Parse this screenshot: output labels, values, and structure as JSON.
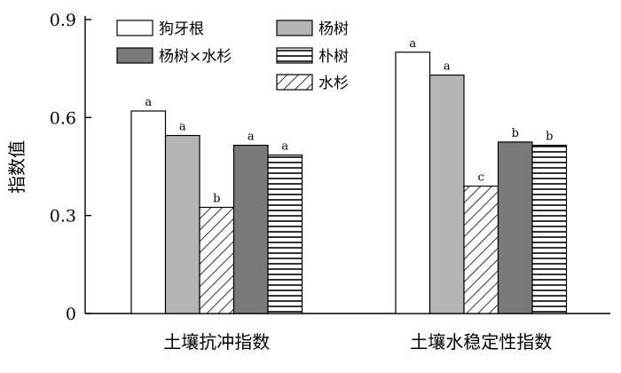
{
  "chart_data": {
    "type": "bar",
    "title": "",
    "xlabel": "",
    "ylabel": "指数值",
    "ylim": [
      0,
      0.9
    ],
    "yticks": [
      "0",
      "0.3",
      "0.6",
      "0.9"
    ],
    "grid": false,
    "legend_position": "top-left",
    "categories": [
      "土壤抗冲指数",
      "土壤水稳定性指数"
    ],
    "series": [
      {
        "name": "狗牙根",
        "pattern": "white",
        "values": [
          0.62,
          0.8
        ],
        "labels": [
          "a",
          "a"
        ]
      },
      {
        "name": "杨树",
        "pattern": "lightgray",
        "values": [
          0.545,
          0.73
        ],
        "labels": [
          "a",
          "a"
        ]
      },
      {
        "name": "水杉",
        "pattern": "diagonal-hatch",
        "values": [
          0.325,
          0.39
        ],
        "labels": [
          "b",
          "c"
        ]
      },
      {
        "name": "杨树×水杉",
        "pattern": "darkgray",
        "values": [
          0.515,
          0.525
        ],
        "labels": [
          "a",
          "b"
        ]
      },
      {
        "name": "朴树",
        "pattern": "horizontal-lines",
        "values": [
          0.485,
          0.515
        ],
        "labels": [
          "a",
          "b"
        ]
      }
    ],
    "legend_order": [
      0,
      1,
      3,
      4,
      2
    ],
    "colors": {
      "lightgray": "#b5b5b5",
      "darkgray": "#7a7a7a",
      "stroke": "#000000"
    }
  }
}
